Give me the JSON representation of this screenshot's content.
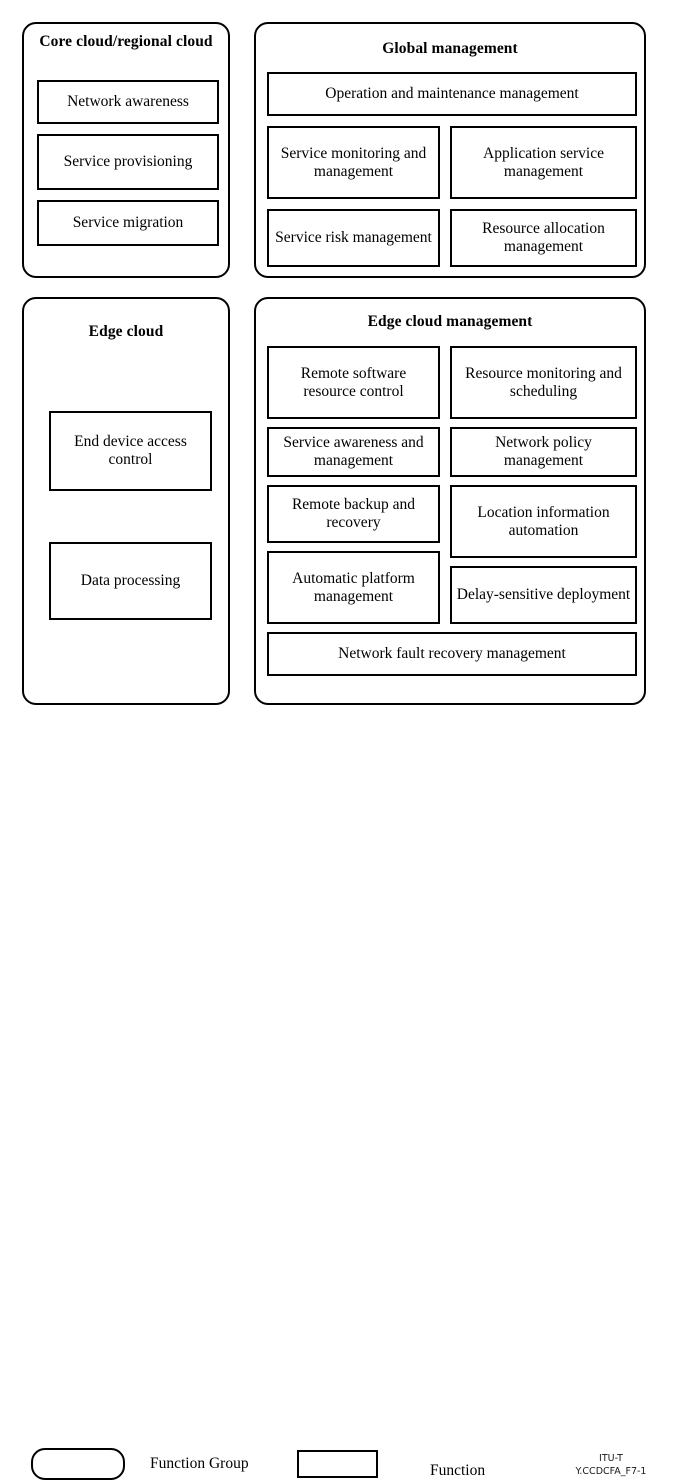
{
  "figure": {
    "id_line1": "ITU-T",
    "id_line2": "Y.CCDCFA_F7-1",
    "border_color": "#000000",
    "background_color": "#ffffff"
  },
  "panels": [
    {
      "key": "core_cloud",
      "title": "Core cloud/regional cloud",
      "shape": "function-group",
      "functions": [
        {
          "label": "Network awareness"
        },
        {
          "label": "Service provisioning"
        },
        {
          "label": "Service migration"
        }
      ]
    },
    {
      "key": "global_management",
      "title": "Global management",
      "shape": "function-group",
      "functions": [
        {
          "label": "Operation and maintenance management"
        },
        {
          "label": "Service monitoring and management"
        },
        {
          "label": "Application service management"
        },
        {
          "label": "Service risk management"
        },
        {
          "label": "Resource allocation management"
        }
      ]
    },
    {
      "key": "edge_cloud",
      "title": "Edge cloud",
      "shape": "function-group",
      "functions": [
        {
          "label": "End device access control"
        },
        {
          "label": "Data processing"
        }
      ]
    },
    {
      "key": "edge_cloud_management",
      "title": "Edge cloud management",
      "shape": "function-group",
      "functions": [
        {
          "label": "Remote software resource control"
        },
        {
          "label": "Resource monitoring and scheduling"
        },
        {
          "label": "Service awareness and management"
        },
        {
          "label": "Network policy management"
        },
        {
          "label": "Remote backup and recovery"
        },
        {
          "label": "Location information automation"
        },
        {
          "label": "Automatic platform management"
        },
        {
          "label": "Delay-sensitive deployment"
        },
        {
          "label": "Network fault recovery management"
        }
      ]
    }
  ],
  "legend": {
    "group_label": "Function Group",
    "function_label": "Function"
  }
}
